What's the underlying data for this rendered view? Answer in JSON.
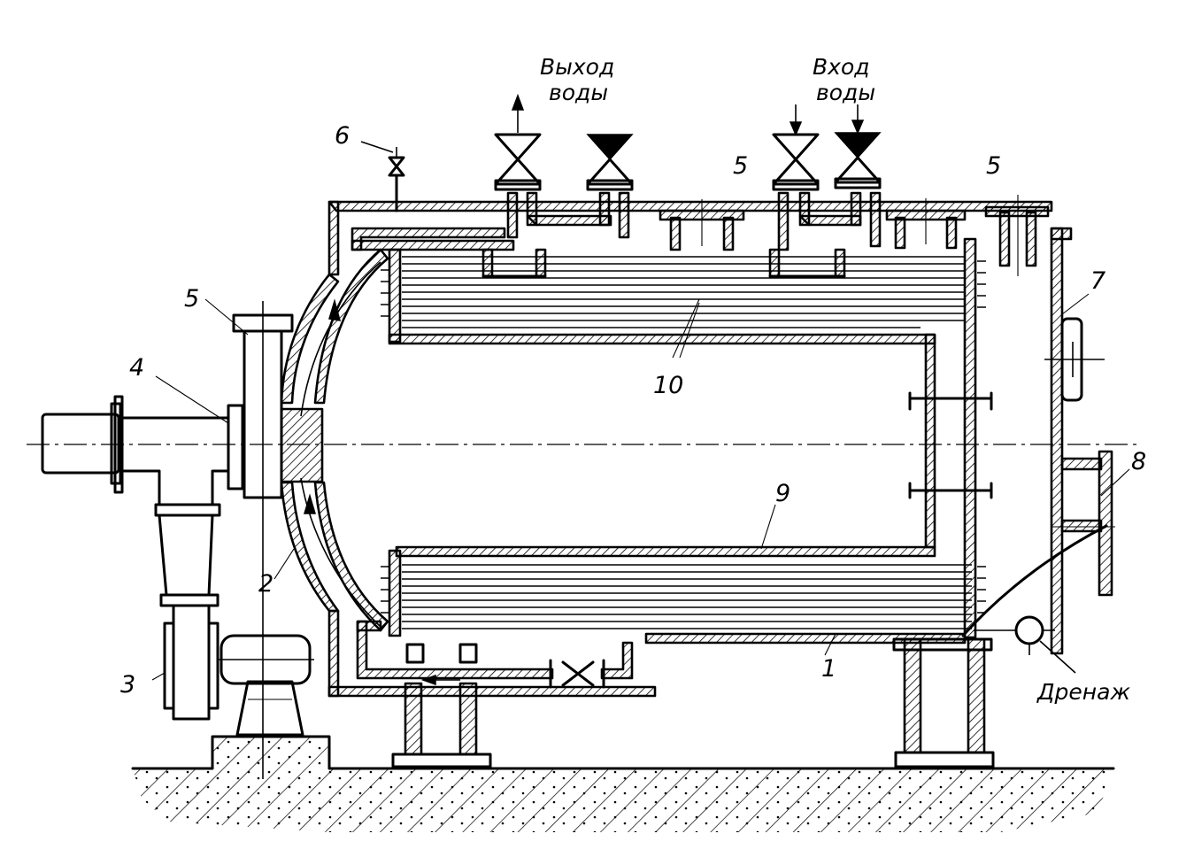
{
  "labels": {
    "water_out": [
      "Выход",
      "воды"
    ],
    "water_in": [
      "Вход",
      "воды"
    ],
    "drainage": "Дренаж",
    "parts": {
      "p1": "1",
      "p2": "2",
      "p3": "3",
      "p4": "4",
      "p5_left": "5",
      "p5_top_mid": "5",
      "p5_top_right": "5",
      "p6": "6",
      "p7": "7",
      "p8": "8",
      "p9": "9",
      "p10": "10"
    }
  }
}
